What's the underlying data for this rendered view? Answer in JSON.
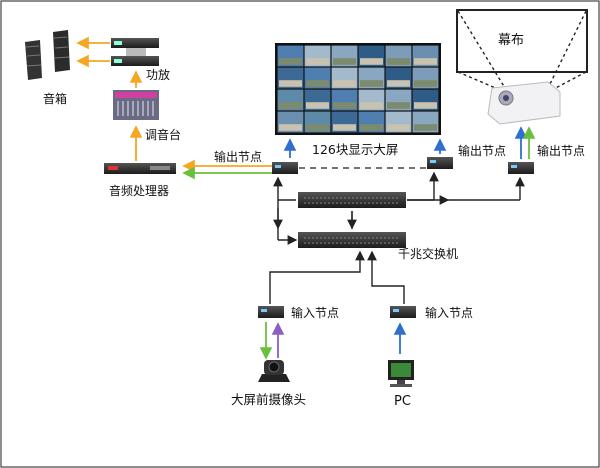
{
  "labels": {
    "speakers": "音箱",
    "amplifier": "功放",
    "mixer": "调音台",
    "audio_processor": "音频处理器",
    "output_node_left": "输出节点",
    "video_wall": "126块显示大屏",
    "output_node_mid": "输出节点",
    "output_node_right": "输出节点",
    "screen": "幕布",
    "switch": "千兆交换机",
    "input_node_left": "输入节点",
    "input_node_right": "输入节点",
    "camera": "大屏前摄像头",
    "pc": "PC"
  },
  "colors": {
    "audio_line": "#f5a623",
    "video_line": "#2f6fd0",
    "green_line": "#6abf3e",
    "purple_line": "#8a5fc0",
    "network_line": "#222222"
  }
}
